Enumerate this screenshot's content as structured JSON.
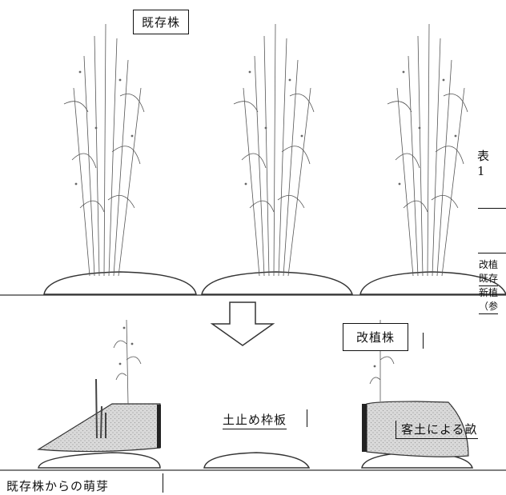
{
  "labels": {
    "existing_stock": "既存株",
    "replanted_stock": "改植株",
    "retaining_board": "土止め枠板",
    "mound_by_soil": "客土による畝",
    "sprouts_from_existing": "既存株からの萌芽"
  },
  "cropped_text": {
    "table_title": "表 1",
    "row_1": "改植",
    "row_2": "既存",
    "row_3": "新植",
    "row_4": "（参"
  }
}
